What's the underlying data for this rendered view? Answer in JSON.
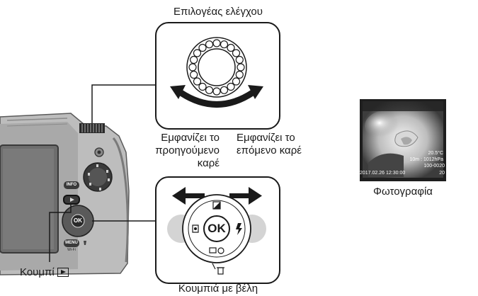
{
  "labels": {
    "control_dial": "Επιλογέας ελέγχου",
    "prev_line1": "Εμφανίζει το",
    "prev_line2": "προηγούμενο",
    "prev_line3": "καρέ",
    "next_line1": "Εμφανίζει το",
    "next_line2": "επόμενο καρέ",
    "play_button": "Κουμπί",
    "arrow_buttons": "Κουμπιά με βέλη",
    "photo_caption": "Φωτογραφία"
  },
  "camera_marks": {
    "info": "INFO",
    "ok": "OK",
    "menu": "MENU",
    "wifi": "Wi-Fi"
  },
  "photo_overlay": {
    "temperature": "20.5°C",
    "altitude": "10m : 1012hPa",
    "file_number": "100-0020",
    "datetime": "2017.02.26 12:30:00",
    "frame": "20"
  },
  "icons": [
    "play-icon",
    "left-arrow-icon",
    "right-arrow-icon",
    "flash-icon",
    "exposure-icon",
    "trash-icon",
    "self-timer-icon",
    "macro-icon"
  ],
  "colors": {
    "line": "#1a1a1a",
    "panel_border": "#1a1a1a",
    "highlight": "#d4d4d4"
  }
}
